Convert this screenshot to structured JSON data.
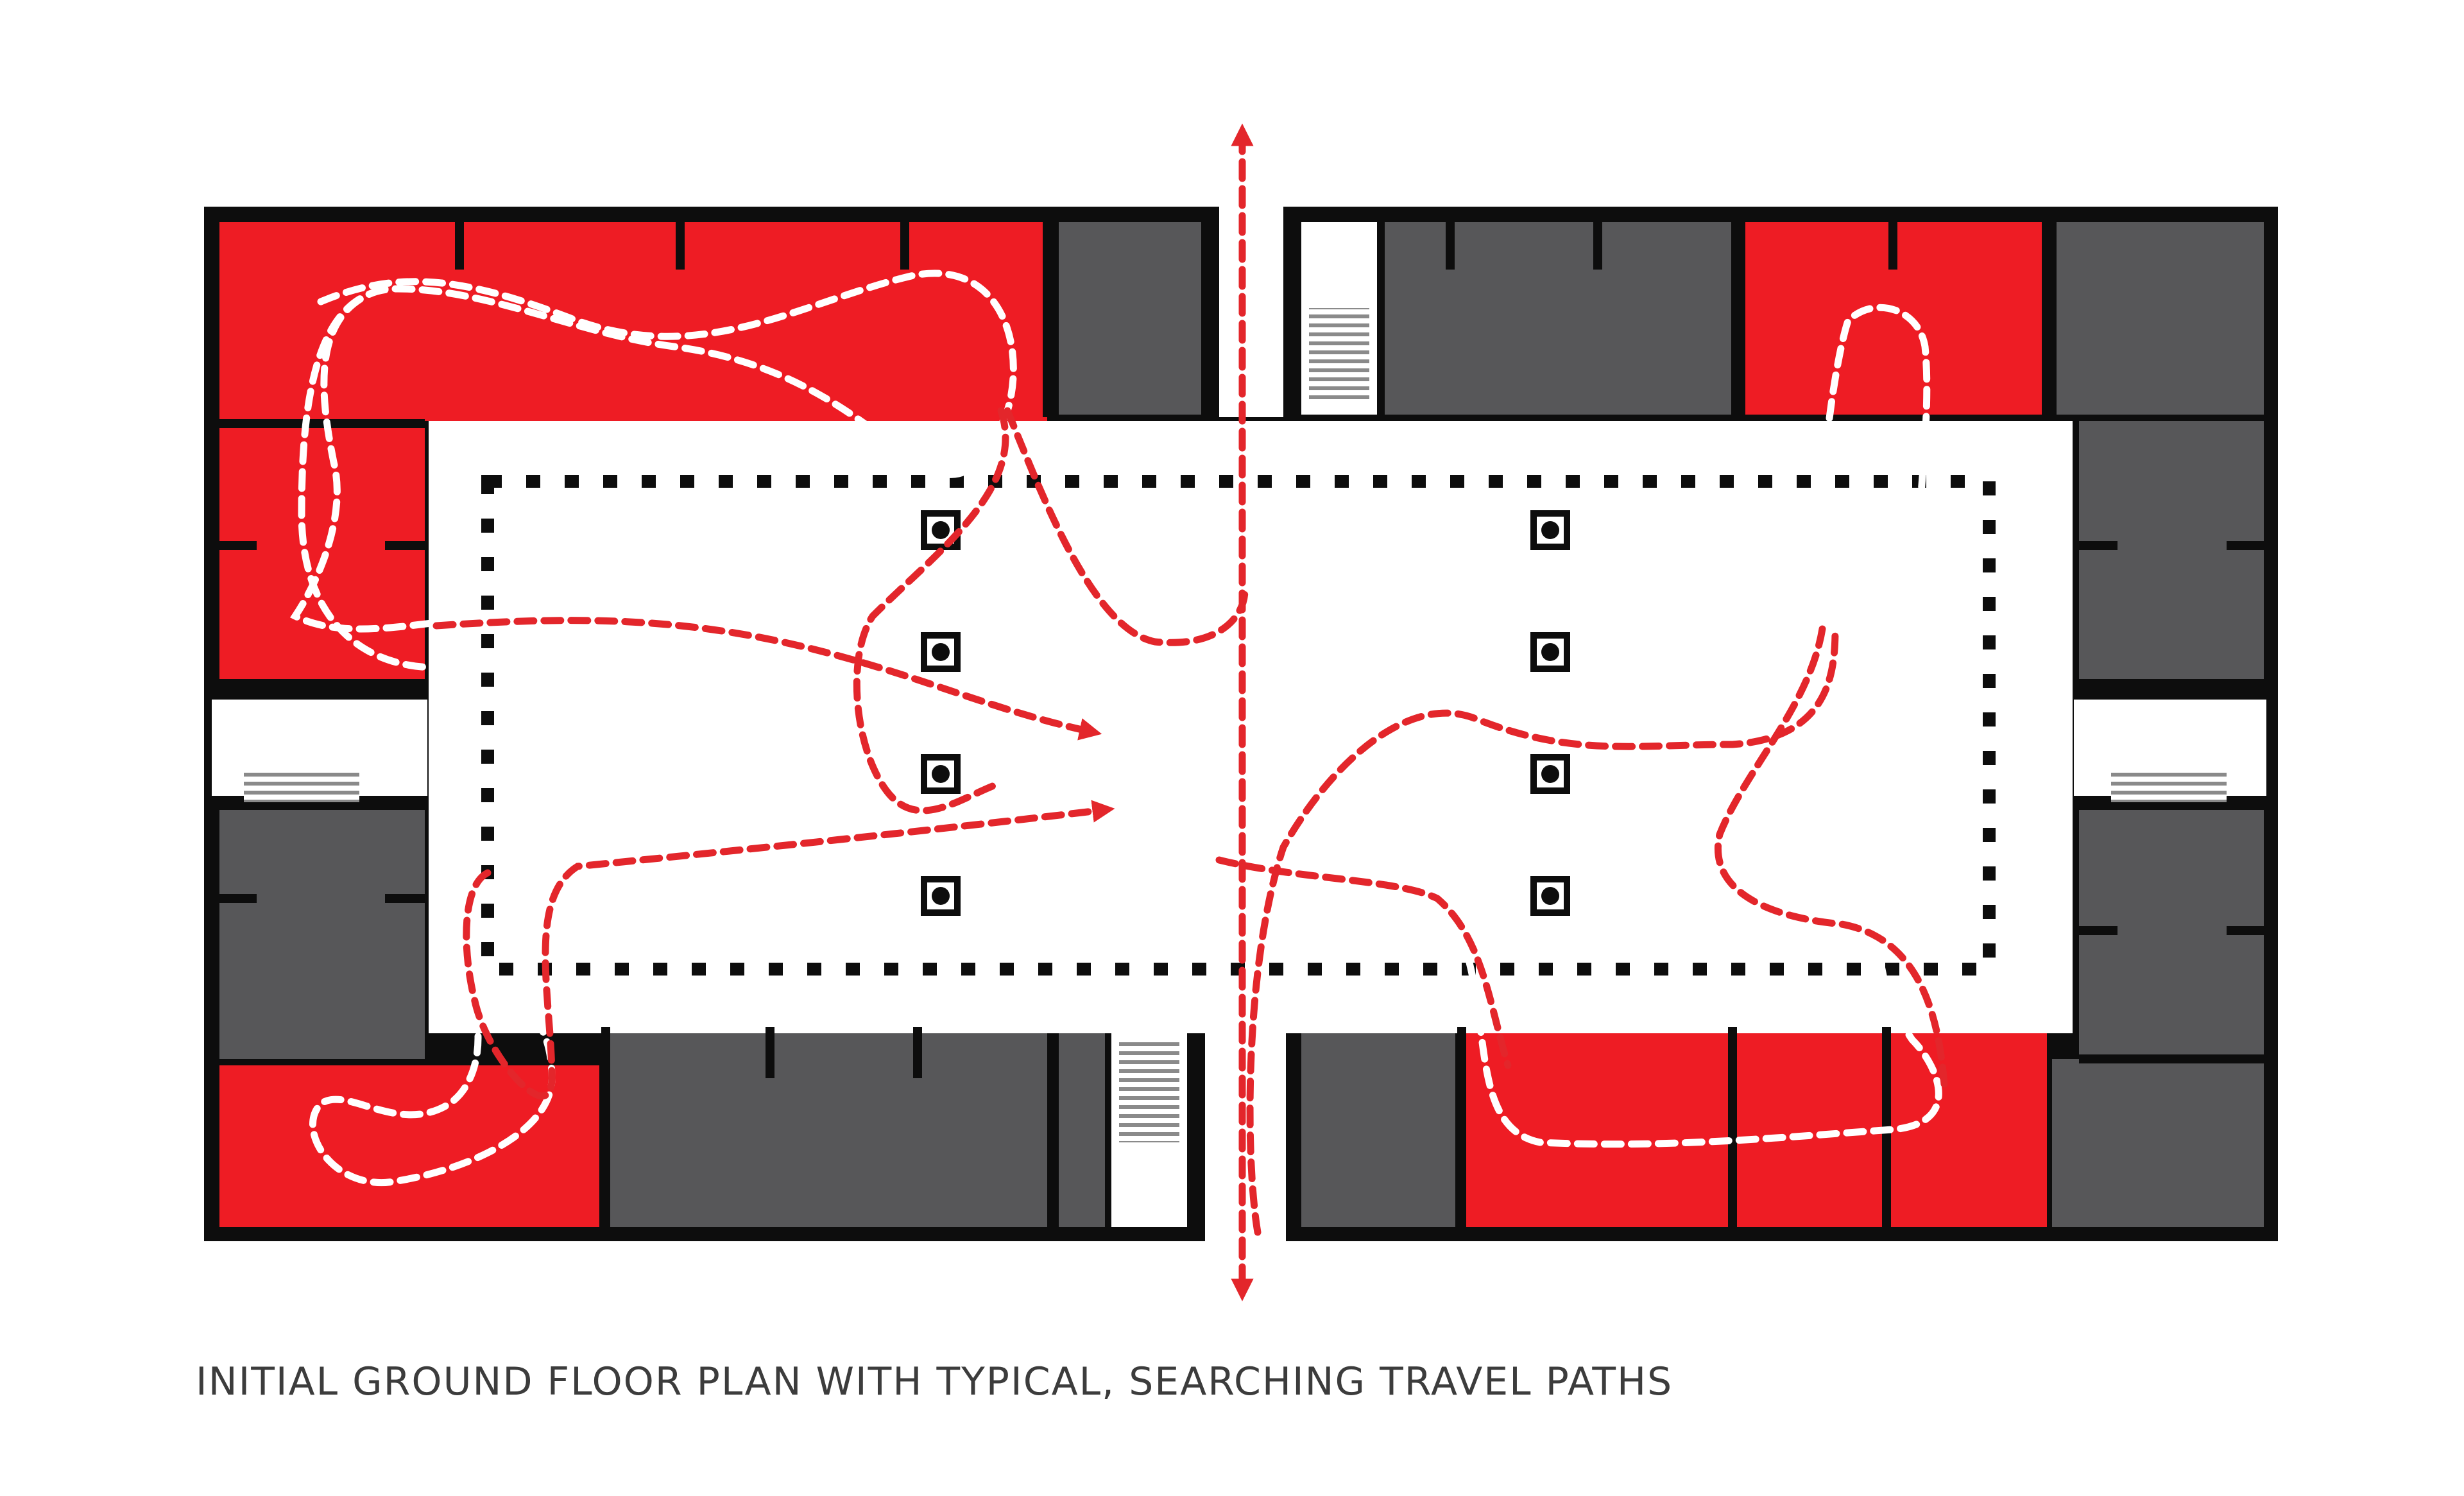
{
  "caption": "INITIAL GROUND FLOOR PLAN WITH TYPICAL, SEARCHING TRAVEL PATHS",
  "colors": {
    "wall": "#0d0d0d",
    "occupied_room": "#575759",
    "visited_room": "#ee1c24",
    "courtyard": "#ffffff",
    "red_path": "#e3262b",
    "white_path": "#ffffff",
    "stair_hatch": "#8a8a8a"
  },
  "legend": [],
  "paths": {
    "axis_arrows": "double-headed vertical axis through building",
    "red_paths": [
      "searching path from west wing",
      "wandering path across courtyard",
      "return path from south-east rooms"
    ],
    "white_paths": [
      "north-west loop",
      "south-west loop",
      "south-east loop"
    ]
  }
}
